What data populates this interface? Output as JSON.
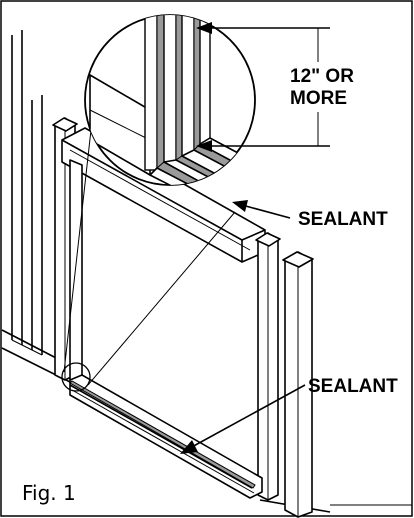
{
  "labels": {
    "dimension_line1": "12\" OR",
    "dimension_line2": "MORE",
    "sealant_top": "SEALANT",
    "sealant_bottom": "SEALANT",
    "figure": "Fig. 1"
  },
  "colors": {
    "line": "#000000",
    "sealant": "#9a9a9a",
    "background": "#ffffff"
  }
}
